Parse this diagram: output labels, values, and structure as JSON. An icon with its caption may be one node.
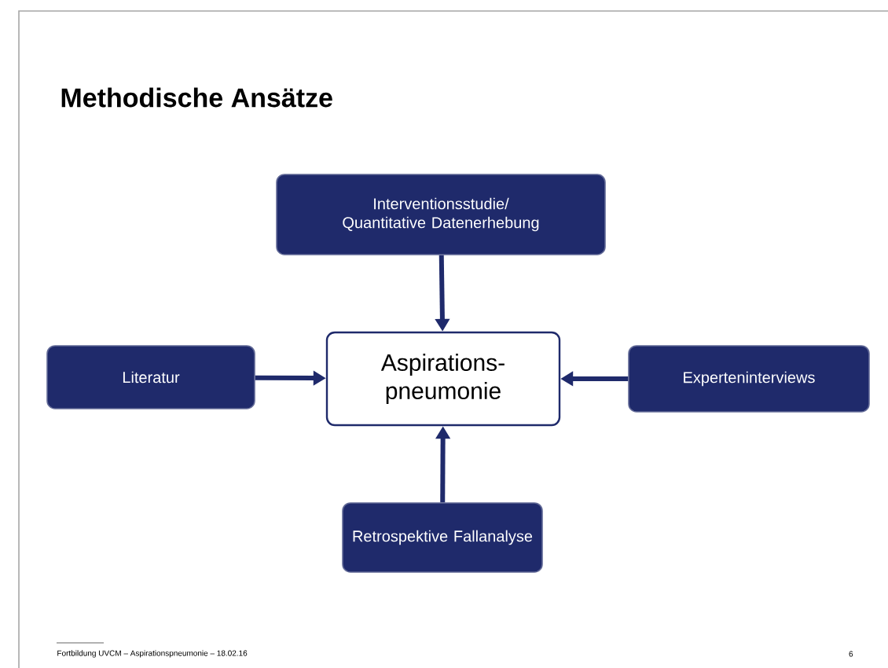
{
  "diagram": {
    "title": "Methodische Ansätze",
    "nodes": [
      {
        "text": [
          "Aspirations- pneumonie"
        ]
      },
      {
        "text": [
          "Interventionsstudie/ Quantitative Datenerhebung"
        ]
      },
      {
        "text": [
          "Literatur"
        ]
      },
      {
        "text": [
          "Experteninterviews"
        ]
      },
      {
        "text": [
          "Retrospektive Fallanalyse"
        ]
      }
    ],
    "edges": [
      {
        "from": 1,
        "to": 0,
        "arrow": "to"
      },
      {
        "from": 2,
        "to": 0,
        "arrow": "to"
      },
      {
        "from": 3,
        "to": 0,
        "arrow": "to"
      },
      {
        "from": 4,
        "to": 0,
        "arrow": "to"
      }
    ],
    "labels": [
      "Fortbildung UVCM – Aspirationspneumonie – 18.02.16",
      "6"
    ]
  }
}
